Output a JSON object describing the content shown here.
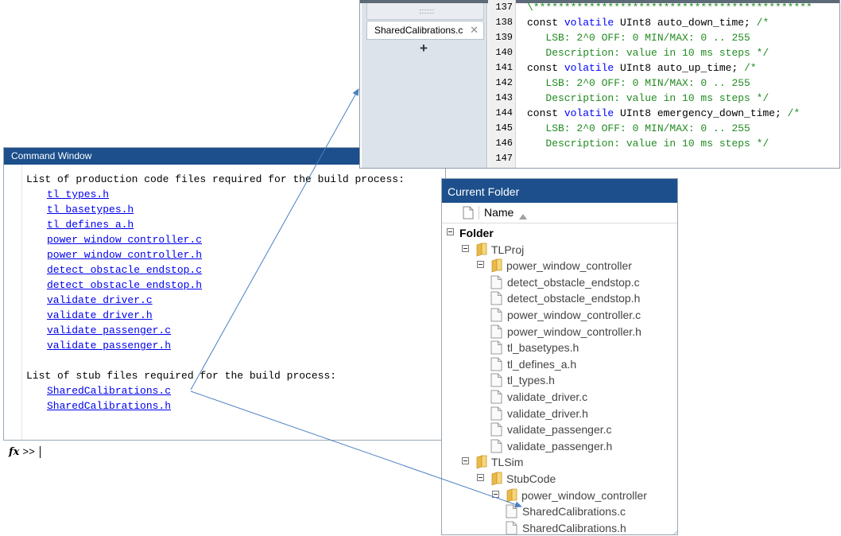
{
  "command_window": {
    "title": "Command Window",
    "production_header": "List of production code files required for the build process:",
    "production_files": [
      "tl_types.h",
      "tl_basetypes.h",
      "tl_defines_a.h",
      "power_window_controller.c",
      "power_window_controller.h",
      "detect_obstacle_endstop.c",
      "detect_obstacle_endstop.h",
      "validate_driver.c",
      "validate_driver.h",
      "validate_passenger.c",
      "validate_passenger.h"
    ],
    "stub_header": "List of stub files required for the build process:",
    "stub_files": [
      "SharedCalibrations.c",
      "SharedCalibrations.h"
    ],
    "prompt_fx": "fx",
    "prompt": ">>"
  },
  "editor": {
    "tab_label": "SharedCalibrations.c",
    "tab_close": "✕",
    "add_tab": "+",
    "line_numbers": [
      "137",
      "138",
      "139",
      "140",
      "141",
      "142",
      "143",
      "144",
      "145",
      "146",
      "147"
    ],
    "lines": [
      {
        "comment": "\\*********************************************"
      },
      {
        "pre": "const ",
        "kw": "volatile",
        "post": " UInt8 auto_down_time; ",
        "comment": "/*"
      },
      {
        "comment": "   LSB: 2^0 OFF: 0 MIN/MAX: 0 .. 255"
      },
      {
        "comment": "   Description: value in 10 ms steps */"
      },
      {
        "pre": "const ",
        "kw": "volatile",
        "post": " UInt8 auto_up_time; ",
        "comment": "/*"
      },
      {
        "comment": "   LSB: 2^0 OFF: 0 MIN/MAX: 0 .. 255"
      },
      {
        "comment": "   Description: value in 10 ms steps */"
      },
      {
        "pre": "const ",
        "kw": "volatile",
        "post": " UInt8 emergency_down_time; ",
        "comment": "/*"
      },
      {
        "comment": "   LSB: 2^0 OFF: 0 MIN/MAX: 0 .. 255"
      },
      {
        "comment": "   Description: value in 10 ms steps */"
      },
      {
        "comment": ""
      }
    ],
    "colors": {
      "keyword": "#0000ff",
      "comment": "#228b22"
    }
  },
  "current_folder": {
    "title": "Current Folder",
    "column_name": "Name",
    "sort_icon": "sort-ascending-icon",
    "tree": [
      {
        "label": "Folder",
        "type": "root",
        "level": 0
      },
      {
        "label": "TLProj",
        "type": "folder",
        "level": 1
      },
      {
        "label": "power_window_controller",
        "type": "folder",
        "level": 2
      },
      {
        "label": "detect_obstacle_endstop.c",
        "type": "file",
        "level": 3
      },
      {
        "label": "detect_obstacle_endstop.h",
        "type": "file",
        "level": 3
      },
      {
        "label": "power_window_controller.c",
        "type": "file",
        "level": 3
      },
      {
        "label": "power_window_controller.h",
        "type": "file",
        "level": 3
      },
      {
        "label": "tl_basetypes.h",
        "type": "file",
        "level": 3
      },
      {
        "label": "tl_defines_a.h",
        "type": "file",
        "level": 3
      },
      {
        "label": "tl_types.h",
        "type": "file",
        "level": 3
      },
      {
        "label": "validate_driver.c",
        "type": "file",
        "level": 3
      },
      {
        "label": "validate_driver.h",
        "type": "file",
        "level": 3
      },
      {
        "label": "validate_passenger.c",
        "type": "file",
        "level": 3
      },
      {
        "label": "validate_passenger.h",
        "type": "file",
        "level": 3
      },
      {
        "label": "TLSim",
        "type": "folder",
        "level": 1
      },
      {
        "label": "StubCode",
        "type": "folder",
        "level": 2
      },
      {
        "label": "power_window_controller",
        "type": "folder",
        "level": 3
      },
      {
        "label": "SharedCalibrations.c",
        "type": "file",
        "level": 4
      },
      {
        "label": "SharedCalibrations.h",
        "type": "file",
        "level": 4
      }
    ]
  },
  "colors": {
    "title_bar": "#1c4f8b",
    "link": "#0000ee",
    "arrow": "#4a7fc1",
    "folder_icon": "#f2c75c"
  }
}
